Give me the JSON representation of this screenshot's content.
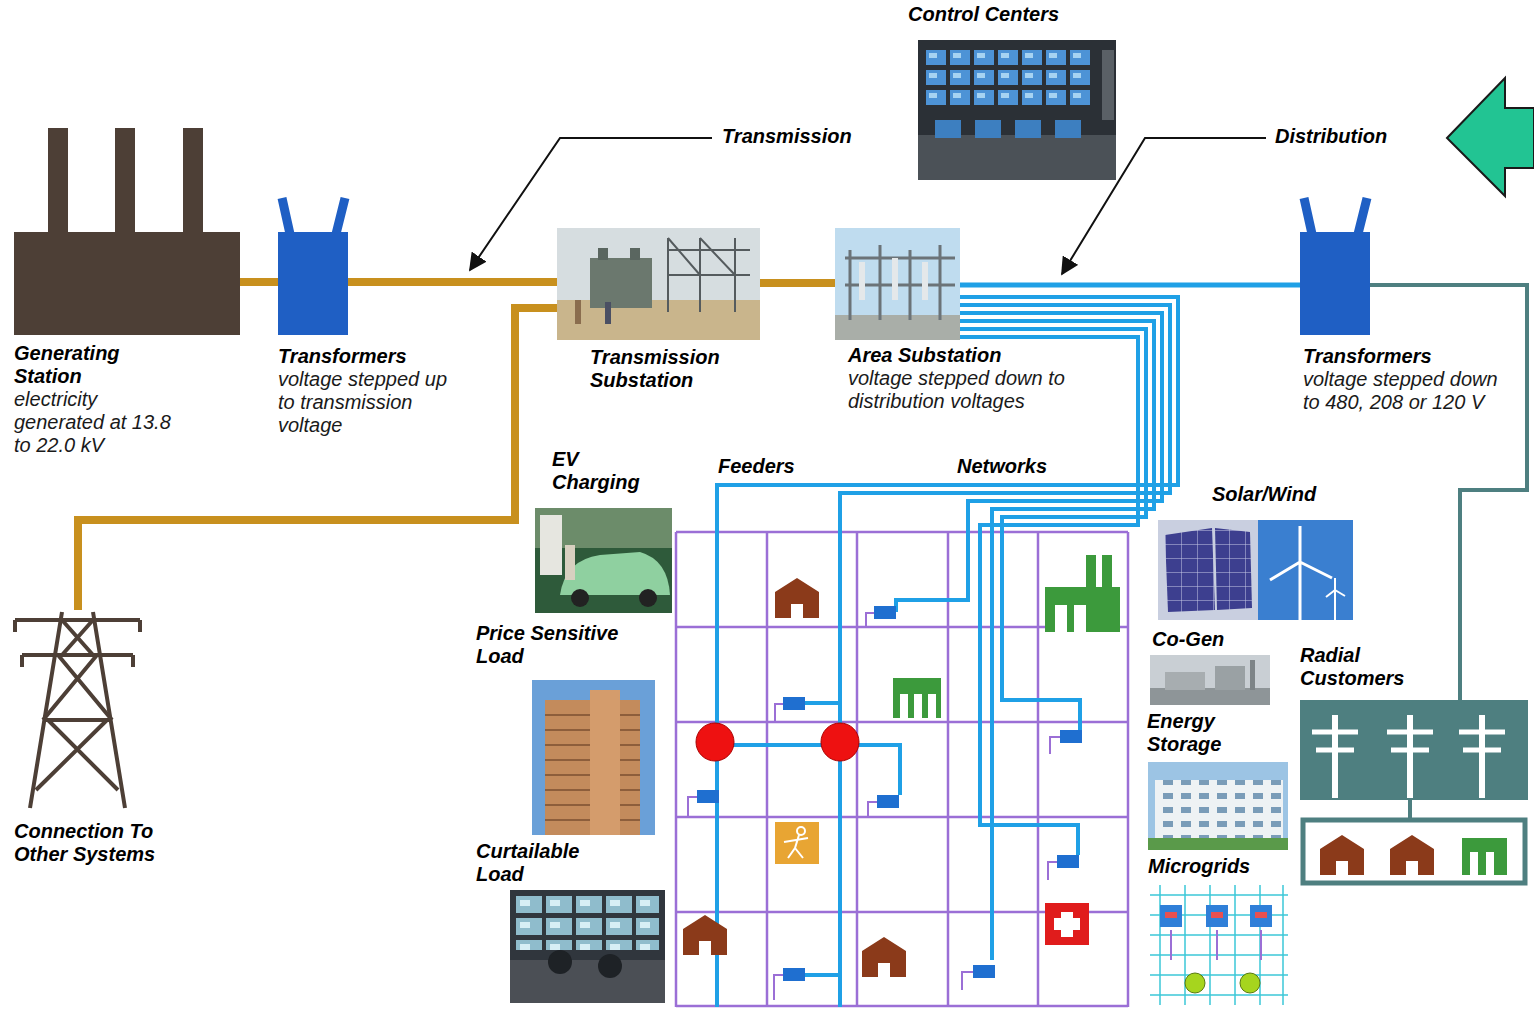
{
  "diagram": {
    "nodes": [
      {
        "text": [
          "Generating Station",
          "electricity generated at 13.8 to 22.0 kV"
        ]
      },
      {
        "text": [
          "Transformers",
          "voltage stepped up to transmission voltage"
        ]
      },
      {
        "text": [
          "Transmission Substation"
        ]
      },
      {
        "text": [
          "Area Substation",
          "voltage stepped down to distribution voltages"
        ]
      },
      {
        "text": [
          "Transformers",
          "voltage stepped down to 480, 208 or 120 V"
        ]
      },
      {
        "text": [
          "Control Centers"
        ]
      },
      {
        "text": [
          "Connection To Other Systems"
        ]
      },
      {
        "text": [
          "Radial Customers"
        ]
      },
      {
        "text": [
          "EV Charging"
        ]
      },
      {
        "text": [
          "Price Sensitive Load"
        ]
      },
      {
        "text": [
          "Curtailable Load"
        ]
      },
      {
        "text": [
          "Solar/Wind"
        ]
      },
      {
        "text": [
          "Co-Gen"
        ]
      },
      {
        "text": [
          "Energy Storage"
        ]
      },
      {
        "text": [
          "Microgrids"
        ]
      }
    ],
    "edges": [
      {
        "from": 0,
        "to": 1,
        "arrow": "none"
      },
      {
        "from": 1,
        "to": 2,
        "arrow": "none"
      },
      {
        "from": 2,
        "to": 3,
        "arrow": "none"
      },
      {
        "from": 2,
        "to": 6,
        "arrow": "none"
      },
      {
        "from": 3,
        "to": 4,
        "arrow": "none"
      },
      {
        "from": 4,
        "to": 7,
        "arrow": "none"
      }
    ],
    "labels": [
      "Transmission",
      "Distribution",
      "Feeders",
      "Networks"
    ]
  }
}
